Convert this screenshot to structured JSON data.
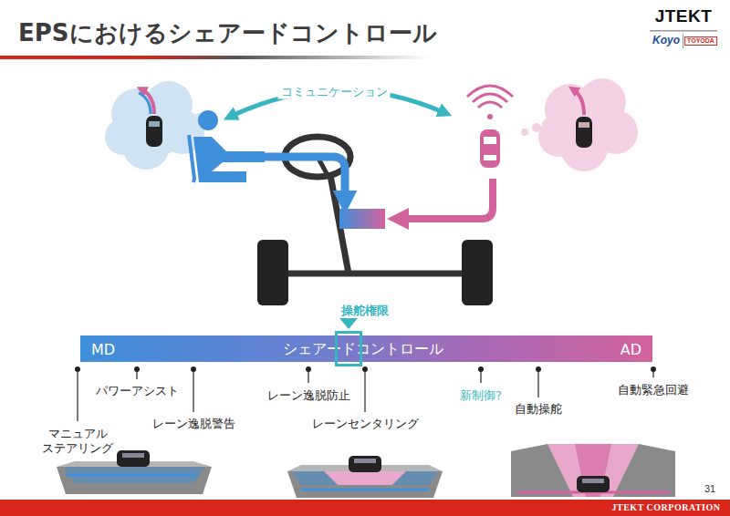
{
  "diagram": {
    "title": "EPSにおけるシェアードコントロール",
    "nodes": [
      {
        "text": [
          "MD",
          "シェアードコントロール",
          "AD"
        ]
      }
    ],
    "labels": [
      "JTEKT",
      "Koyo",
      "TOYODA",
      "コミュニケーション",
      "操舵権限",
      "マニュアル ステアリング",
      "パワーアシスト",
      "レーン逸脱警告",
      "レーン逸脱防止",
      "レーンセンタリング",
      "新制御?",
      "自動操舵",
      "自動緊急回避",
      "31",
      "JTEKT CORPORATION"
    ]
  }
}
